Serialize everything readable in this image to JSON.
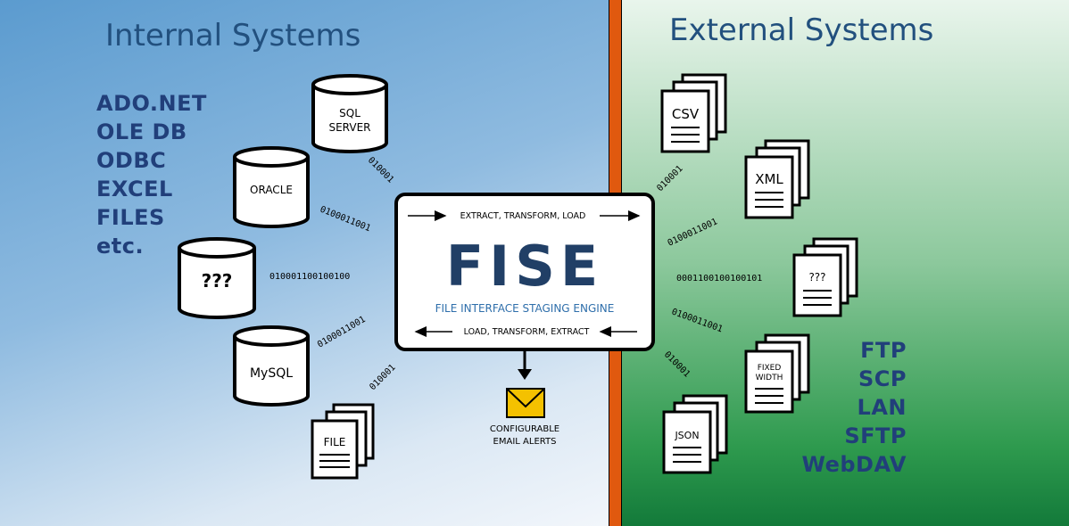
{
  "internal": {
    "heading": "Internal Systems",
    "technologies": [
      "ADO.NET",
      "OLE DB",
      "ODBC",
      "EXCEL",
      "FILES",
      "etc."
    ],
    "sources": [
      {
        "label": "SQL SERVER",
        "icon": "database-icon"
      },
      {
        "label": "ORACLE",
        "icon": "database-icon"
      },
      {
        "label": "???",
        "icon": "database-icon"
      },
      {
        "label": "MySQL",
        "icon": "database-icon"
      },
      {
        "label": "FILE",
        "icon": "document-stack-icon"
      }
    ],
    "binary": [
      "010001",
      "0100011001",
      "010001100100100",
      "0100011001",
      "010001"
    ]
  },
  "external": {
    "heading": "External Systems",
    "protocols": [
      "FTP",
      "SCP",
      "LAN",
      "SFTP",
      "WebDAV"
    ],
    "files": [
      {
        "label": "CSV",
        "icon": "document-stack-icon"
      },
      {
        "label": "XML",
        "icon": "document-stack-icon"
      },
      {
        "label": "???",
        "icon": "document-stack-icon"
      },
      {
        "label": "FIXED WIDTH",
        "icon": "document-stack-icon"
      },
      {
        "label": "JSON",
        "icon": "document-stack-icon"
      }
    ],
    "binary": [
      "010001",
      "0100011001",
      "0001100100100101",
      "0100011001",
      "010001"
    ]
  },
  "engine": {
    "top_label": "EXTRACT, TRANSFORM, LOAD",
    "title": "FISE",
    "subtitle": "FILE INTERFACE STAGING ENGINE",
    "bottom_label": "LOAD, TRANSFORM, EXTRACT"
  },
  "alerts": {
    "label_line1": "CONFIGURABLE",
    "label_line2": "EMAIL ALERTS",
    "icon": "envelope-icon"
  },
  "colors": {
    "internal_bg": "#5b9bcf",
    "external_bg": "#2e9a4e",
    "divider": "#e0590f",
    "fise_title": "#213f66",
    "fise_subtitle": "#2f6fab",
    "envelope": "#f4c100",
    "text_dark": "#213f7a"
  }
}
